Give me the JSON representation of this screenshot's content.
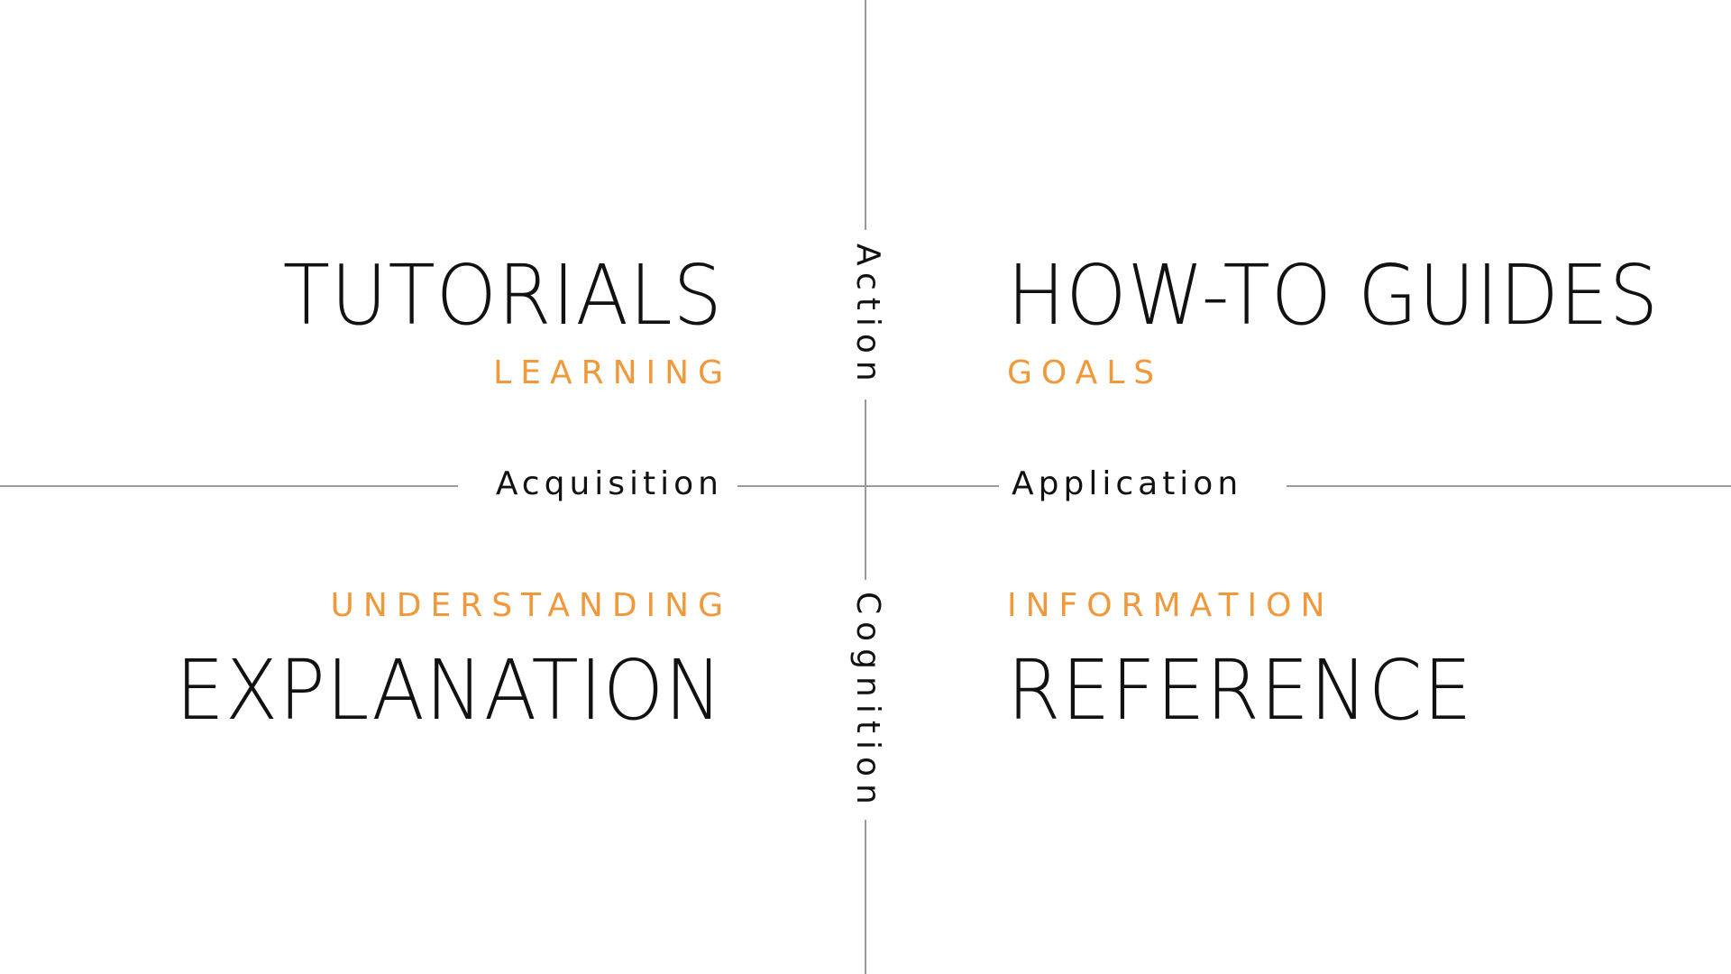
{
  "colors": {
    "accent": "#f0983a",
    "axis_line": "#9a9a9a",
    "text": "#111111"
  },
  "axes": {
    "top": "Action",
    "bottom": "Cognition",
    "left": "Acquisition",
    "right": "Application"
  },
  "quadrants": {
    "top_left": {
      "title": "TUTORIALS",
      "subtitle": "LEARNING"
    },
    "top_right": {
      "title": "HOW-TO GUIDES",
      "subtitle": "GOALS"
    },
    "bottom_left": {
      "title": "EXPLANATION",
      "subtitle": "UNDERSTANDING"
    },
    "bottom_right": {
      "title": "REFERENCE",
      "subtitle": "INFORMATION"
    }
  }
}
